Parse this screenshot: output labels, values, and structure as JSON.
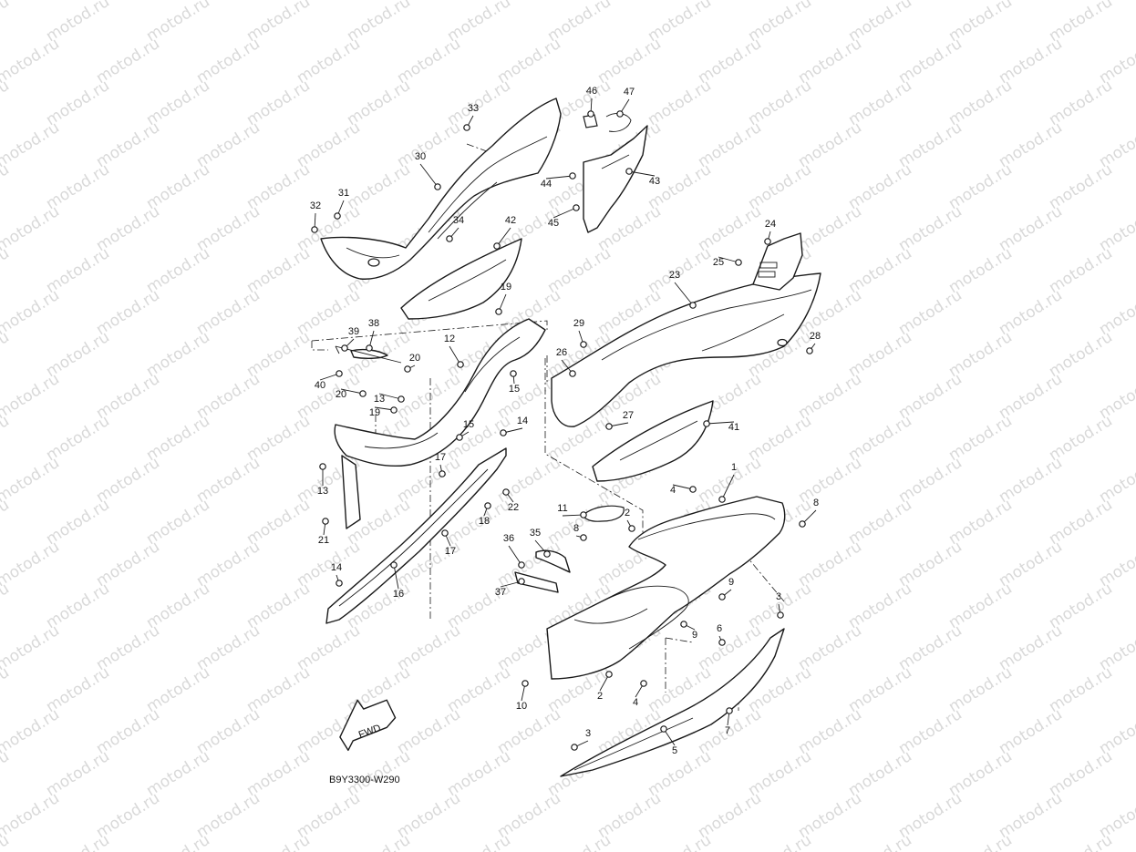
{
  "diagram": {
    "reference_code": "B9Y3300-W290",
    "watermark_text": "motod.ru",
    "direction_label": "FWD",
    "line_color": "#1a1a1a",
    "watermark_color": "#d9d9d9",
    "callout_numbers": [
      "1",
      "2",
      "3",
      "4",
      "5",
      "6",
      "7",
      "8",
      "9",
      "10",
      "11",
      "12",
      "13",
      "14",
      "15",
      "16",
      "17",
      "18",
      "19",
      "20",
      "21",
      "22",
      "23",
      "24",
      "25",
      "26",
      "27",
      "28",
      "29",
      "30",
      "31",
      "32",
      "33",
      "34",
      "35",
      "36",
      "37",
      "38",
      "39",
      "40",
      "41",
      "42",
      "43",
      "44",
      "45",
      "46",
      "47"
    ]
  }
}
